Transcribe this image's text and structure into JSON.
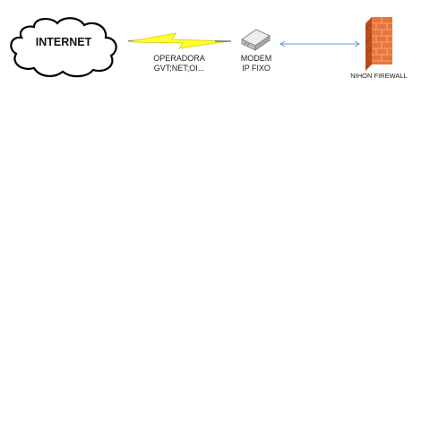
{
  "nodes": {
    "internet": {
      "label": "INTERNET"
    },
    "operator": {
      "line1": "OPERADORA",
      "line2": "GVT;NET;OI..."
    },
    "modem": {
      "line1": "MODEM",
      "line2": "IP FIXO"
    },
    "firewall": {
      "label": "NIHON FIREWALL"
    }
  },
  "links": [
    {
      "from": "internet",
      "to": "modem",
      "style": "lightning-bolt",
      "color": "#ffff33"
    },
    {
      "from": "modem",
      "to": "firewall",
      "style": "double-arrow",
      "color": "#6a93c8"
    }
  ],
  "colors": {
    "firewall_brick": "#e8763c",
    "firewall_dark": "#b84e1c",
    "cloud_outline": "#000000",
    "lightning": "#ffff33",
    "connector": "#6a93c8",
    "modem_body": "#dcdcdc"
  }
}
